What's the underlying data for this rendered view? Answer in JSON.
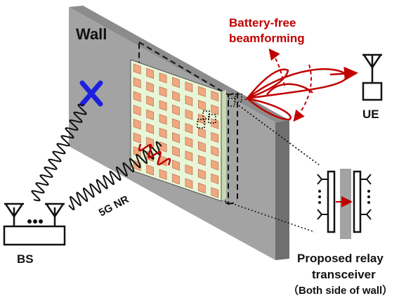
{
  "labels": {
    "wall": "Wall",
    "beamforming_line1": "Battery-free",
    "beamforming_line2": "beamforming",
    "ue": "UE",
    "bs": "BS",
    "link": "5G NR",
    "relay_line1": "Proposed relay",
    "relay_line2": "transceiver",
    "relay_line3": "（Both side of wall）"
  },
  "colors": {
    "wall_front": "#a3a3a3",
    "wall_top": "#8c8c8c",
    "wall_side": "#6f6f6f",
    "panel": "#e8f5d6",
    "patch": "#f0a880",
    "beam": "#c00000",
    "block_x": "#1f1fe0"
  },
  "icons": {
    "block": "blue-x-icon",
    "ue": "antenna-icon",
    "bs": "antenna-array-icon"
  }
}
